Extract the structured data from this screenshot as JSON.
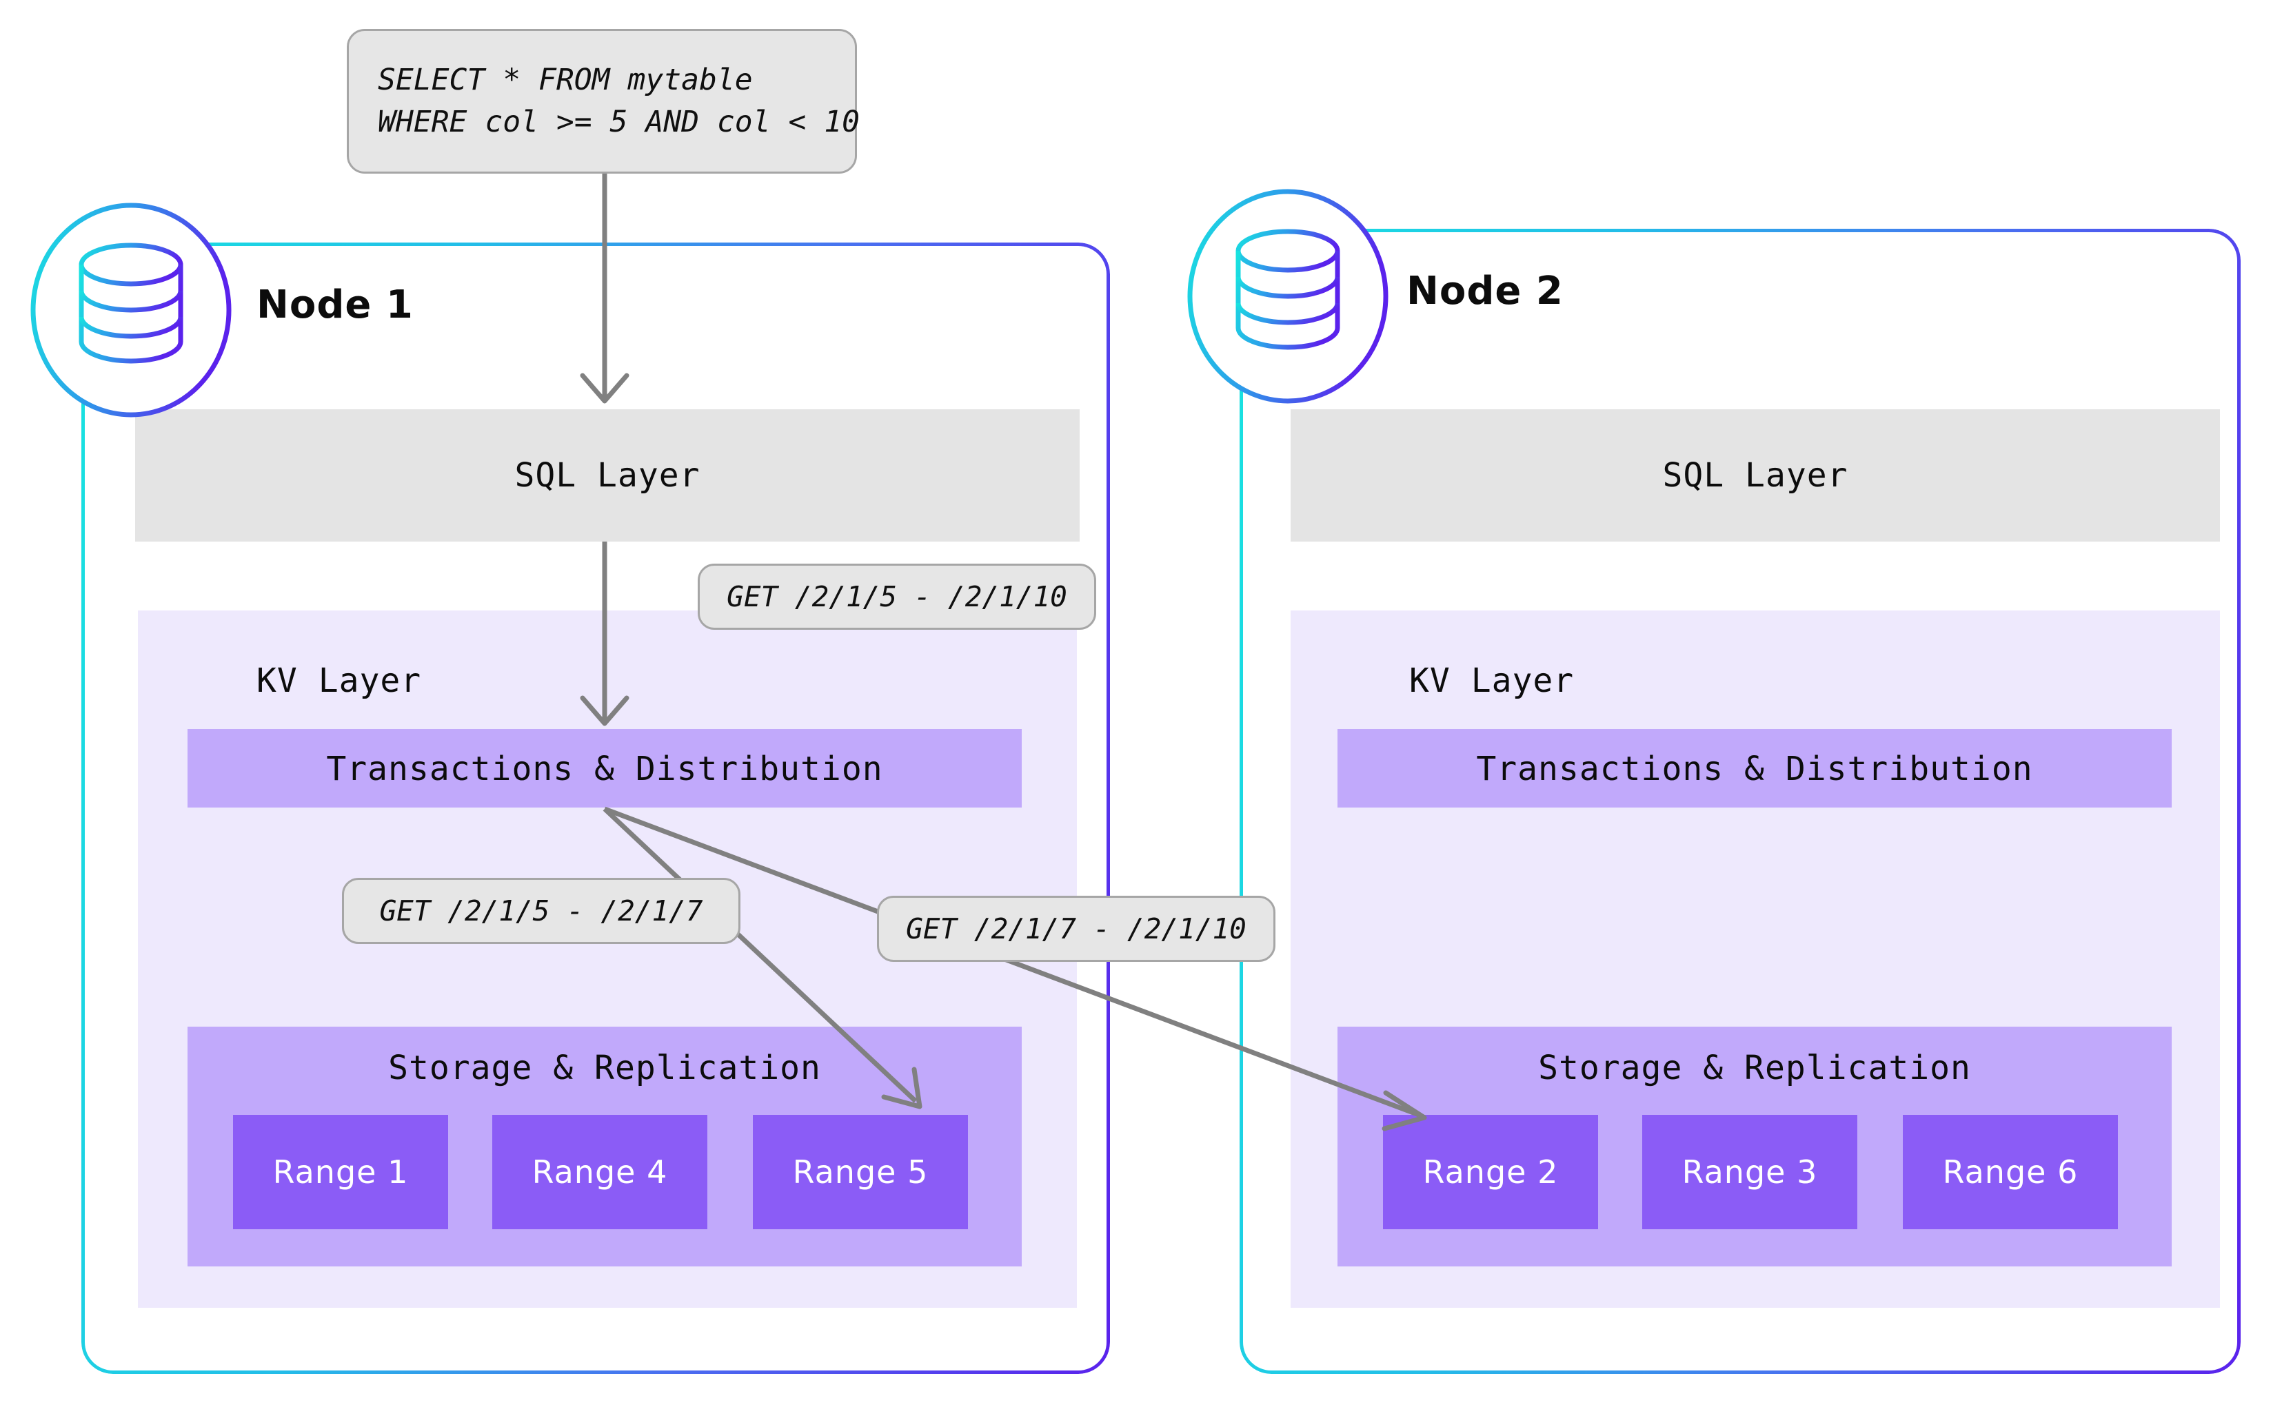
{
  "diagram": {
    "title": "CockroachDB distributed query routing across nodes",
    "colors": {
      "node_border_start": "#18e3e0",
      "node_border_end": "#5a22ec",
      "sql_layer_bg": "#e4e4e4",
      "kv_panel_bg": "#eee9fd",
      "band_bg": "#c1a9fb",
      "range_bg": "#8b5cf6",
      "callout_bg": "#e6e6e6",
      "callout_border": "#a6a6a6",
      "arrow": "#808080"
    }
  },
  "query": {
    "name": "sql-query",
    "lines": [
      "SELECT * FROM mytable",
      "WHERE col >= 5 AND col < 10"
    ]
  },
  "callouts": [
    {
      "id": "get-sql-to-kv",
      "text": "GET /2/1/5 - /2/1/10"
    },
    {
      "id": "get-local-range5",
      "text": "GET /2/1/5 - /2/1/7"
    },
    {
      "id": "get-remote-range2",
      "text": "GET /2/1/7 - /2/1/10"
    }
  ],
  "nodes": [
    {
      "id": "node-1",
      "title": "Node 1",
      "icon": "database-icon",
      "sql_layer_label": "SQL Layer",
      "kv_layer_label": "KV Layer",
      "transactions_label": "Transactions & Distribution",
      "storage_label": "Storage & Replication",
      "ranges": [
        "Range 1",
        "Range 4",
        "Range 5"
      ]
    },
    {
      "id": "node-2",
      "title": "Node 2",
      "icon": "database-icon",
      "sql_layer_label": "SQL Layer",
      "kv_layer_label": "KV Layer",
      "transactions_label": "Transactions & Distribution",
      "storage_label": "Storage & Replication",
      "ranges": [
        "Range 2",
        "Range 3",
        "Range 6"
      ]
    }
  ]
}
